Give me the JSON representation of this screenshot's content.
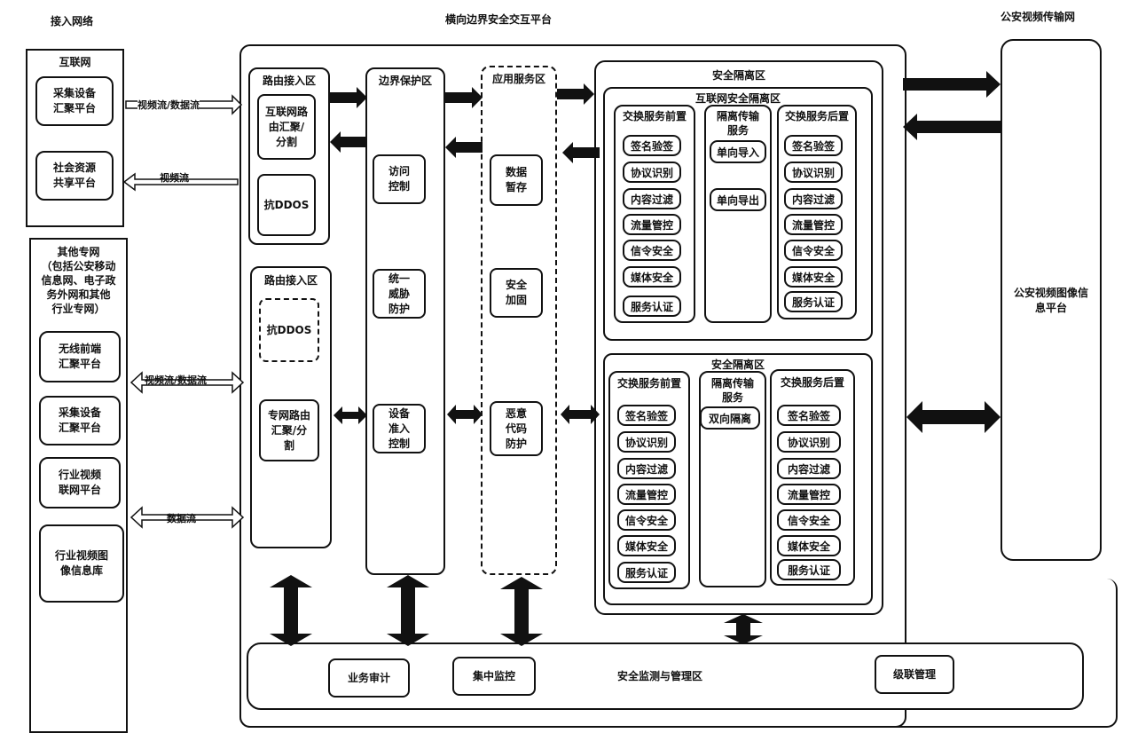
{
  "headers": {
    "access_network": "接入网络",
    "platform": "横向边界安全交互平台",
    "police_network": "公安视频传输网"
  },
  "internet": {
    "title": "互联网",
    "collect": "采集设备\n汇聚平台",
    "social": "社会资源\n共享平台"
  },
  "other": {
    "title": "其他专网\n（包括公安移动\n信息网、电子政\n务外网和其他\n行业专网）",
    "wireless": "无线前端\n汇聚平台",
    "collect": "采集设备\n汇聚平台",
    "industry_link": "行业视频\n联网平台",
    "industry_lib": "行业视频图\n像信息库"
  },
  "arrows": {
    "video_data_1": "视频流/数据流",
    "video": "视频流",
    "video_data_2": "视频流/数据流",
    "data": "数据流"
  },
  "route1": {
    "title": "路由接入区",
    "router": "互联网路\n由汇聚/\n分割",
    "ddos": "抗DDOS"
  },
  "route2": {
    "title": "路由接入区",
    "ddos": "抗DDOS",
    "router": "专网路由\n汇聚/分\n割"
  },
  "boundary": {
    "title": "边界保护区",
    "access": "访问\n控制",
    "threat": "统一\n威胁\n防护",
    "device": "设备\n准入\n控制"
  },
  "app": {
    "title": "应用服务区",
    "storage": "数据\n暂存",
    "harden": "安全\n加固",
    "malware": "恶意\n代码\n防护"
  },
  "isolation": {
    "title": "安全隔离区",
    "internet_zone": {
      "title": "互联网安全隔离区",
      "front": "交换服务前置",
      "transfer": "隔离传输\n服务",
      "back": "交换服务后置",
      "in": "单向导入",
      "out": "单向导出"
    },
    "zone2": {
      "title": "安全隔离区",
      "front": "交换服务前置",
      "transfer": "隔离传输\n服务",
      "back": "交换服务后置",
      "bidir": "双向隔离"
    },
    "items": [
      "签名验签",
      "协议识别",
      "内容过滤",
      "流量管控",
      "信令安全",
      "媒体安全",
      "服务认证"
    ]
  },
  "mgmt": {
    "title": "安全监测与管理区",
    "audit": "业务审计",
    "monitor": "集中监控",
    "cascade": "级联管理"
  },
  "police_platform": "公安视频图像信\n息平台"
}
